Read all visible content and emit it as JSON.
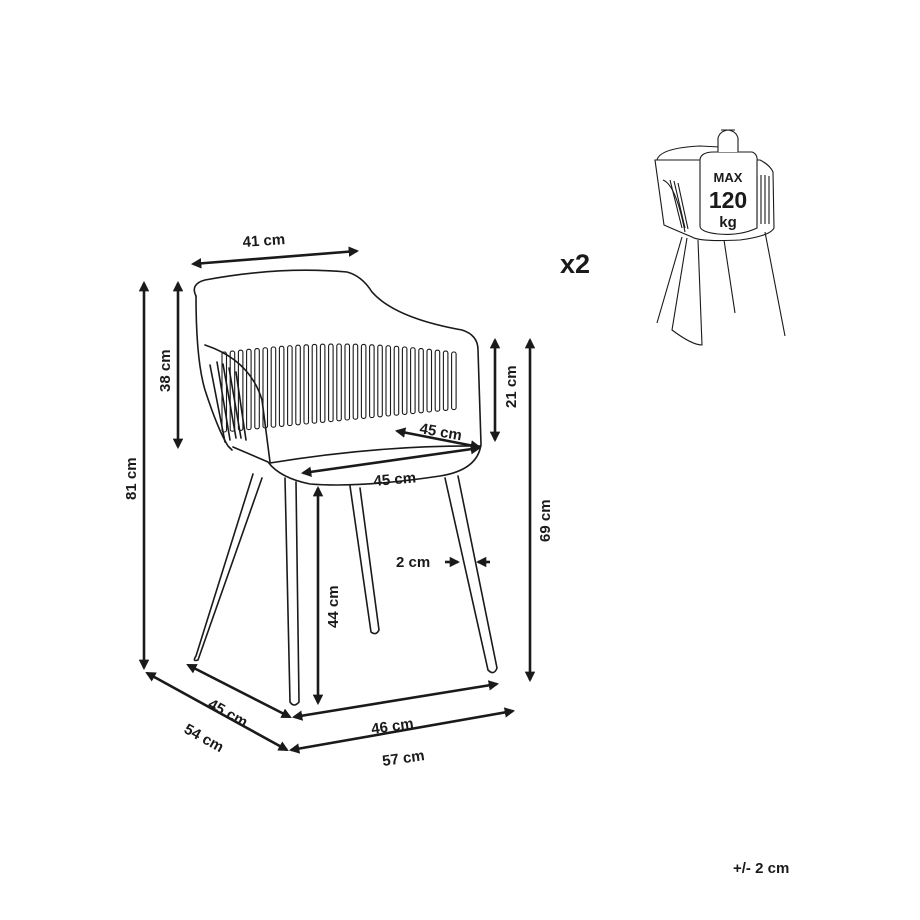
{
  "dimensions": {
    "back_width": "41 cm",
    "total_height": "81 cm",
    "backrest_height": "38 cm",
    "armrest_height": "21 cm",
    "arm_height": "69 cm",
    "seat_depth": "45 cm",
    "seat_width": "45 cm",
    "seat_height": "44 cm",
    "leg_thickness": "2 cm",
    "base_depth": "45 cm",
    "total_depth": "54 cm",
    "base_width": "46 cm",
    "total_width": "57 cm"
  },
  "quantity": "x2",
  "tolerance": "+/- 2 cm",
  "max_load": {
    "line1": "MAX",
    "line2": "120",
    "line3": "kg"
  }
}
